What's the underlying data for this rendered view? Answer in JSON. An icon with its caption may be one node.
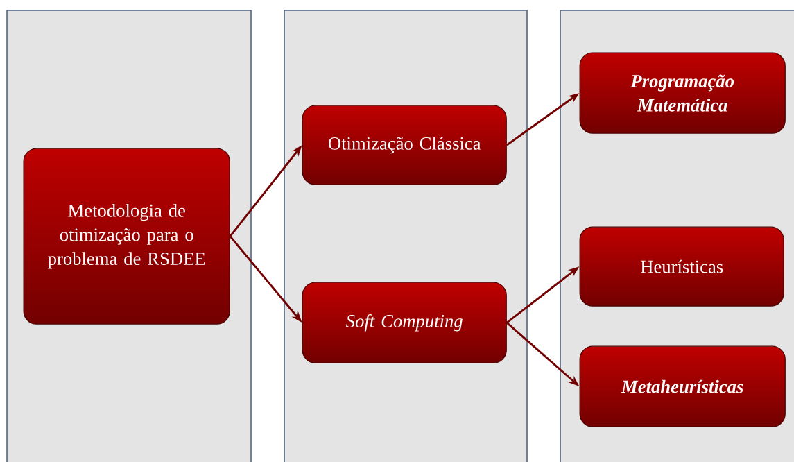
{
  "diagram": {
    "nodes": [
      {
        "text": [],
        "shape": "box"
      },
      {
        "text": [],
        "shape": "box"
      },
      {
        "text": [],
        "shape": "box"
      },
      {
        "text": [
          "Metodologia de otimização para o problema de RSDEE"
        ],
        "in": 0
      },
      {
        "text": [
          "Otimização Clássica"
        ],
        "in": 1
      },
      {
        "text": [
          "Soft Computing"
        ],
        "in": 1
      },
      {
        "text": [
          "Programação Matemática"
        ],
        "in": 2
      },
      {
        "text": [
          "Heurísticas"
        ],
        "in": 2
      },
      {
        "text": [
          "Metaheurísticas"
        ],
        "in": 2
      }
    ],
    "edges": [
      {
        "from": 3,
        "to": 4,
        "arrow": "to"
      },
      {
        "from": 3,
        "to": 5,
        "arrow": "to"
      },
      {
        "from": 4,
        "to": 6,
        "arrow": "to"
      },
      {
        "from": 5,
        "to": 7,
        "arrow": "to"
      },
      {
        "from": 5,
        "to": 8,
        "arrow": "to"
      }
    ]
  }
}
